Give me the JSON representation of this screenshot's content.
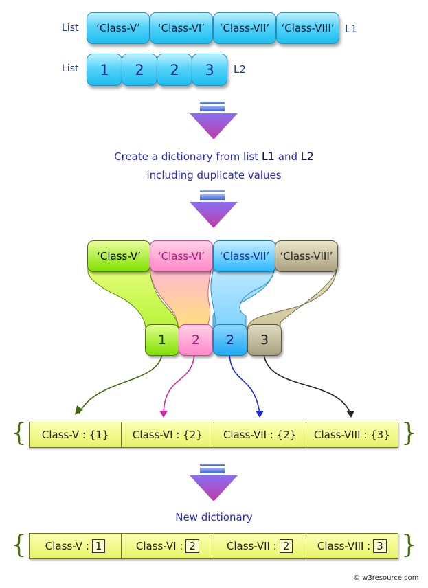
{
  "list1": {
    "label": "List",
    "name": "L1",
    "items": [
      "‘Class-V’",
      "‘Class-VI’",
      "‘Class-VII’",
      "‘Class-VIII’"
    ]
  },
  "list2": {
    "label": "List",
    "name": "L2",
    "items": [
      "1",
      "2",
      "2",
      "3"
    ]
  },
  "description": {
    "line1": "Create a dictionary from list",
    "l1": "L1",
    "and": "and",
    "l2": "L2",
    "line2": "including duplicate values"
  },
  "mapping": {
    "keys": [
      "‘Class-V’",
      "‘Class-VI’",
      "‘Class-VII’",
      "‘Class-VIII’"
    ],
    "values": [
      "1",
      "2",
      "2",
      "3"
    ],
    "colors": [
      "#7ee000",
      "#ff88c8",
      "#2ab8ff",
      "#a8a080"
    ]
  },
  "set_dict": {
    "open": "{",
    "close": "}",
    "entries": [
      "Class-V : {1}",
      "Class-VI : {2}",
      "Class-VII : {2}",
      "Class-VIII : {3}"
    ]
  },
  "new_dict": {
    "title": "New dictionary",
    "open": "{",
    "close": "}",
    "entries": [
      {
        "key": "Class-V :",
        "value": "1"
      },
      {
        "key": "Class-VI :",
        "value": "2"
      },
      {
        "key": "Class-VII :",
        "value": "2"
      },
      {
        "key": "Class-VIII :",
        "value": "3"
      }
    ]
  },
  "watermark": "© w3resource.com"
}
